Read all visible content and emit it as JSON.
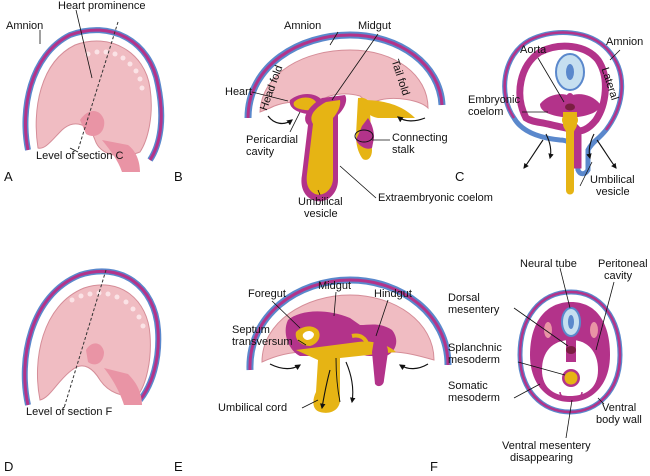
{
  "colors": {
    "amnion_blue": "#5a88cc",
    "wall_magenta": "#b3338a",
    "embryo_pink": "#f0bcc2",
    "yolk_gold": "#e6b414",
    "coelom_white": "#ffffff",
    "neural_blue": "#c6dff0"
  },
  "panels": [
    {
      "letter": "A",
      "labels": {
        "amnion": "Amnion",
        "heart_prominence": "Heart prominence",
        "section": "Level of section C"
      }
    },
    {
      "letter": "B",
      "labels": {
        "amnion": "Amnion",
        "midgut": "Midgut",
        "head_fold": "Head fold",
        "tail_fold": "Tail fold",
        "heart": "Heart",
        "pericardial_cavity": [
          "Pericardial",
          "cavity"
        ],
        "connecting_stalk": [
          "Connecting",
          "stalk"
        ],
        "umbilical_vesicle": [
          "Umbilical",
          "vesicle"
        ],
        "extraembryonic_coelom": "Extraembryonic coelom"
      }
    },
    {
      "letter": "C",
      "labels": {
        "aorta": "Aorta",
        "amnion": "Amnion",
        "lateral": "Lateral",
        "embryonic_coelom": [
          "Embryonic",
          "coelom"
        ],
        "umbilical_vesicle": [
          "Umbilical",
          "vesicle"
        ]
      }
    },
    {
      "letter": "D",
      "labels": {
        "section": "Level of section F"
      }
    },
    {
      "letter": "E",
      "labels": {
        "midgut": "Midgut",
        "foregut": "Foregut",
        "hindgut": "Hindgut",
        "septum": [
          "Septum",
          "transversum"
        ],
        "umbilical_cord": "Umbilical cord"
      }
    },
    {
      "letter": "F",
      "labels": {
        "neural_tube": "Neural tube",
        "peritoneal_cavity": [
          "Peritoneal",
          "cavity"
        ],
        "dorsal_mesentery": [
          "Dorsal",
          "mesentery"
        ],
        "splanchnic_mesoderm": [
          "Splanchnic",
          "mesoderm"
        ],
        "somatic_mesoderm": [
          "Somatic",
          "mesoderm"
        ],
        "ventral_body_wall": [
          "Ventral",
          "body wall"
        ],
        "ventral_mesentery": [
          "Ventral mesentery",
          "disappearing"
        ]
      }
    }
  ]
}
